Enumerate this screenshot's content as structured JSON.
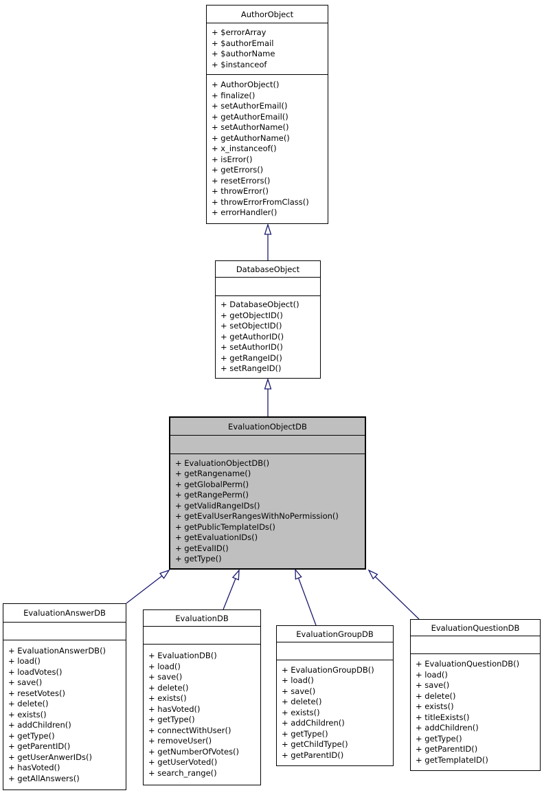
{
  "diagram_type": "uml-class-inheritance",
  "colors": {
    "arrow": "#191970",
    "highlight": "#bfbfbf",
    "fill": "#ffffff",
    "border": "#000000"
  },
  "classes": {
    "author": {
      "title": "AuthorObject",
      "attributes": [
        "+ $errorArray",
        "+ $authorEmail",
        "+ $authorName",
        "+ $instanceof"
      ],
      "methods": [
        "+ AuthorObject()",
        "+ finalize()",
        "+ setAuthorEmail()",
        "+ getAuthorEmail()",
        "+ setAuthorName()",
        "+ getAuthorName()",
        "+ x_instanceof()",
        "+ isError()",
        "+ getErrors()",
        "+ resetErrors()",
        "+ throwError()",
        "+ throwErrorFromClass()",
        "+ errorHandler()"
      ]
    },
    "database": {
      "title": "DatabaseObject",
      "attributes": [],
      "methods": [
        "+ DatabaseObject()",
        "+ getObjectID()",
        "+ setObjectID()",
        "+ getAuthorID()",
        "+ setAuthorID()",
        "+ getRangeID()",
        "+ setRangeID()"
      ]
    },
    "evalobject": {
      "title": "EvaluationObjectDB",
      "attributes": [],
      "methods": [
        "+ EvaluationObjectDB()",
        "+ getRangename()",
        "+ getGlobalPerm()",
        "+ getRangePerm()",
        "+ getValidRangeIDs()",
        "+ getEvalUserRangesWithNoPermission()",
        "+ getPublicTemplateIDs()",
        "+ getEvaluationIDs()",
        "+ getEvalID()",
        "+ getType()"
      ]
    },
    "answer": {
      "title": "EvaluationAnswerDB",
      "attributes": [],
      "methods": [
        "+ EvaluationAnswerDB()",
        "+ load()",
        "+ loadVotes()",
        "+ save()",
        "+ resetVotes()",
        "+ delete()",
        "+ exists()",
        "+ addChildren()",
        "+ getType()",
        "+ getParentID()",
        "+ getUserAnwerIDs()",
        "+ hasVoted()",
        "+ getAllAnswers()"
      ]
    },
    "evaluation": {
      "title": "EvaluationDB",
      "attributes": [],
      "methods": [
        "+ EvaluationDB()",
        "+ load()",
        "+ save()",
        "+ delete()",
        "+ exists()",
        "+ hasVoted()",
        "+ getType()",
        "+ connectWithUser()",
        "+ removeUser()",
        "+ getNumberOfVotes()",
        "+ getUserVoted()",
        "+ search_range()"
      ]
    },
    "group": {
      "title": "EvaluationGroupDB",
      "attributes": [],
      "methods": [
        "+ EvaluationGroupDB()",
        "+ load()",
        "+ save()",
        "+ delete()",
        "+ exists()",
        "+ addChildren()",
        "+ getType()",
        "+ getChildType()",
        "+ getParentID()"
      ]
    },
    "question": {
      "title": "EvaluationQuestionDB",
      "attributes": [],
      "methods": [
        "+ EvaluationQuestionDB()",
        "+ load()",
        "+ save()",
        "+ delete()",
        "+ exists()",
        "+ titleExists()",
        "+ addChildren()",
        "+ getType()",
        "+ getParentID()",
        "+ getTemplateID()"
      ]
    }
  },
  "inheritance_edges": [
    {
      "from": "DatabaseObject",
      "to": "AuthorObject"
    },
    {
      "from": "EvaluationObjectDB",
      "to": "DatabaseObject"
    },
    {
      "from": "EvaluationAnswerDB",
      "to": "EvaluationObjectDB"
    },
    {
      "from": "EvaluationDB",
      "to": "EvaluationObjectDB"
    },
    {
      "from": "EvaluationGroupDB",
      "to": "EvaluationObjectDB"
    },
    {
      "from": "EvaluationQuestionDB",
      "to": "EvaluationObjectDB"
    }
  ]
}
